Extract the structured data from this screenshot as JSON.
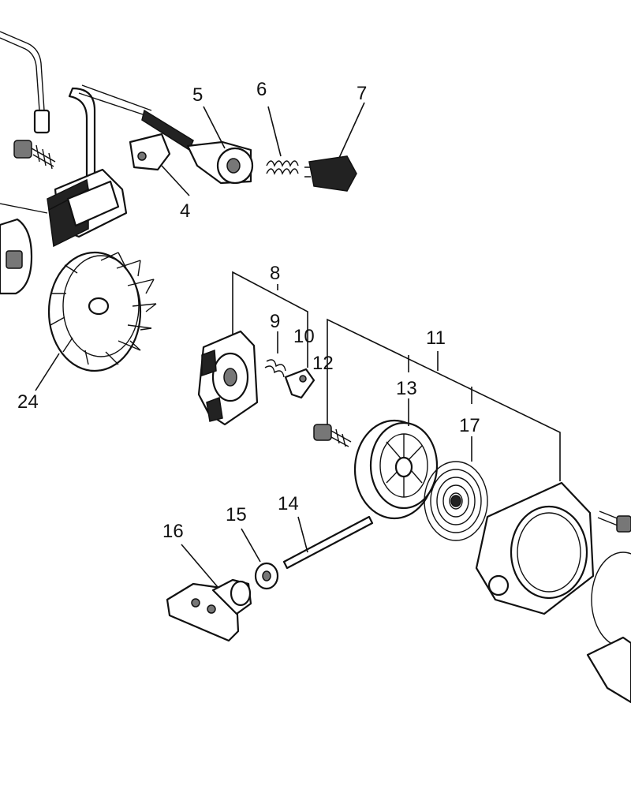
{
  "diagram": {
    "callouts": [
      {
        "id": "4",
        "text": "4"
      },
      {
        "id": "5",
        "text": "5"
      },
      {
        "id": "6",
        "text": "6"
      },
      {
        "id": "7",
        "text": "7"
      },
      {
        "id": "8",
        "text": "8"
      },
      {
        "id": "9",
        "text": "9"
      },
      {
        "id": "10",
        "text": "10"
      },
      {
        "id": "11",
        "text": "11"
      },
      {
        "id": "12",
        "text": "12"
      },
      {
        "id": "13",
        "text": "13"
      },
      {
        "id": "14",
        "text": "14"
      },
      {
        "id": "15",
        "text": "15"
      },
      {
        "id": "16",
        "text": "16"
      },
      {
        "id": "17",
        "text": "17"
      },
      {
        "id": "24",
        "text": "24"
      }
    ]
  }
}
